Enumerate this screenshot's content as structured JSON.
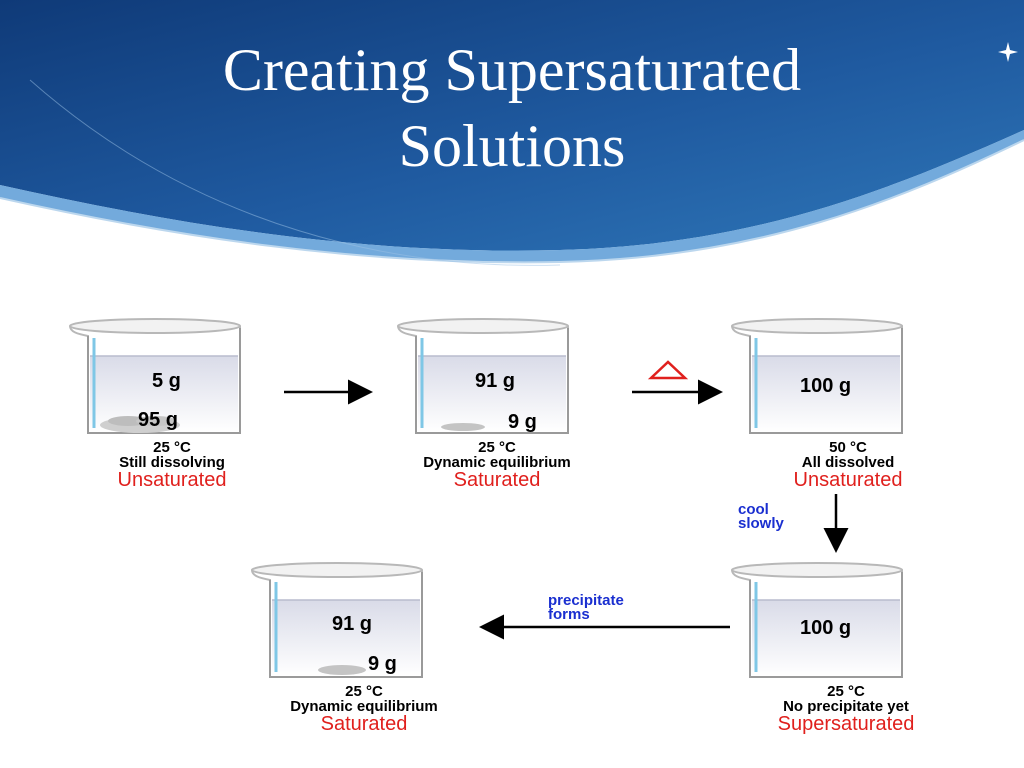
{
  "slide": {
    "title_line1": "Creating Supersaturated",
    "title_line2": "Solutions"
  },
  "colors": {
    "header_blue": "#1d4f8f",
    "state_red": "#e0201d",
    "note_blue": "#1a2fd0",
    "heat_triangle": "#e0201d"
  },
  "beakers": [
    {
      "top_mass": "5 g",
      "bottom_mass": "95 g",
      "temperature": "25 °C",
      "description": "Still dissolving",
      "state": "Unsaturated"
    },
    {
      "top_mass": "91 g",
      "bottom_mass": "9 g",
      "temperature": "25 °C",
      "description": "Dynamic equilibrium",
      "state": "Saturated"
    },
    {
      "top_mass": "100 g",
      "bottom_mass": "",
      "temperature": "50 °C",
      "description": "All dissolved",
      "state": "Unsaturated"
    },
    {
      "top_mass": "100 g",
      "bottom_mass": "",
      "temperature": "25 °C",
      "description": "No precipitate yet",
      "state": "Supersaturated"
    },
    {
      "top_mass": "91 g",
      "bottom_mass": "9 g",
      "temperature": "25 °C",
      "description": "Dynamic equilibrium",
      "state": "Saturated"
    }
  ],
  "arrows": {
    "cool_line1": "cool",
    "cool_line2": "slowly",
    "precip_line1": "precipitate",
    "precip_line2": "forms",
    "heat_symbol": "triangle-heat-icon"
  }
}
